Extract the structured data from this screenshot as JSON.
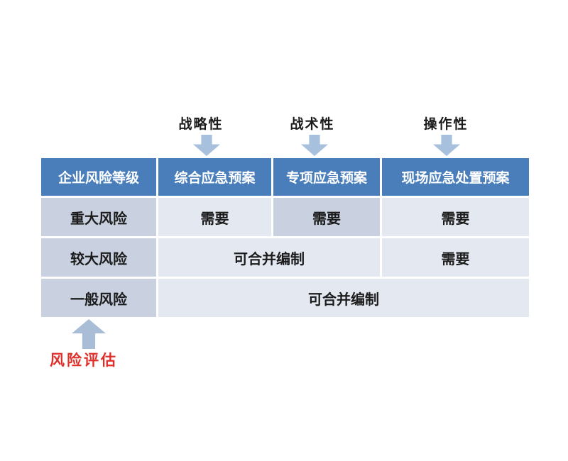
{
  "top_labels": {
    "strategic": "战略性",
    "tactical": "战术性",
    "operational": "操作性"
  },
  "table": {
    "headers": [
      "企业风险等级",
      "综合应急预案",
      "专项应急预案",
      "现场应急处置预案"
    ],
    "rows": [
      {
        "level": "重大风险",
        "cells": [
          "需要",
          "需要",
          "需要"
        ]
      },
      {
        "level": "较大风险",
        "merged": "可合并编制",
        "cell": "需要"
      },
      {
        "level": "一般风险",
        "merged": "可合并编制"
      }
    ]
  },
  "bottom_label": "风险评估",
  "colors": {
    "header_bg": "#4a7ebb",
    "header_text": "#ffffff",
    "cell_medium": "#c9d1e0",
    "cell_light": "#e4e9f1",
    "arrow_blue": "#a6c0dd",
    "label_red": "#e02f28"
  }
}
